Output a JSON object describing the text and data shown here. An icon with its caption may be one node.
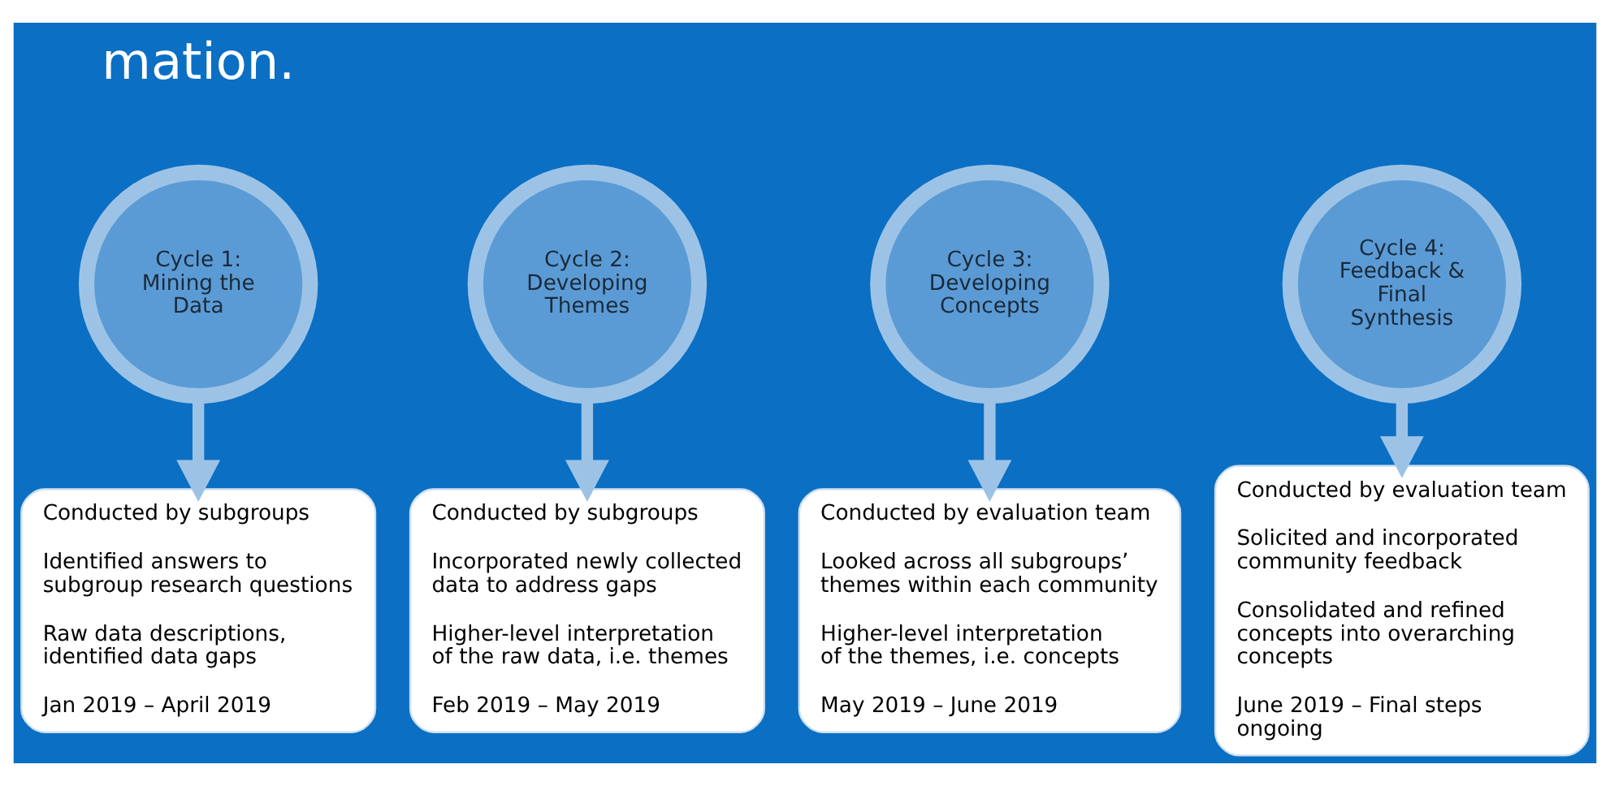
{
  "diagram": {
    "nodes": [
      {
        "text": [
          "Cycle 1: Mining the Data"
        ]
      },
      {
        "text": [
          "Cycle 2: Developing Themes"
        ]
      },
      {
        "text": [
          "Cycle 3: Developing Concepts"
        ]
      },
      {
        "text": [
          "Cycle 4: Feedback & Final Synthesis"
        ]
      },
      {
        "text": [
          "Conducted by subgroups",
          "Identified answers to subgroup research questions",
          "Raw data descriptions, identified data gaps",
          "Jan 2019 – April 2019"
        ]
      },
      {
        "text": [
          "Conducted by subgroups",
          "Incorporated newly collected data to address gaps",
          "Higher-level interpretation of the raw data, i.e. themes",
          "Feb 2019 – May 2019"
        ]
      },
      {
        "text": [
          "Conducted by evaluation team",
          "Looked across all subgroups’ themes within each community",
          "Higher-level interpretation of the themes, i.e. concepts",
          "May 2019 – June 2019"
        ]
      },
      {
        "text": [
          "Conducted by evaluation team",
          "Solicited and incorporated community feedback",
          "Consolidated and refined concepts into overarching concepts",
          "June 2019 – Final steps ongoing"
        ]
      }
    ],
    "edges": [
      {
        "from": 0,
        "to": 4,
        "arrow": "to"
      },
      {
        "from": 1,
        "to": 5,
        "arrow": "to"
      },
      {
        "from": 2,
        "to": 6,
        "arrow": "to"
      },
      {
        "from": 3,
        "to": 7,
        "arrow": "to"
      }
    ],
    "labels": [
      "mation."
    ]
  }
}
